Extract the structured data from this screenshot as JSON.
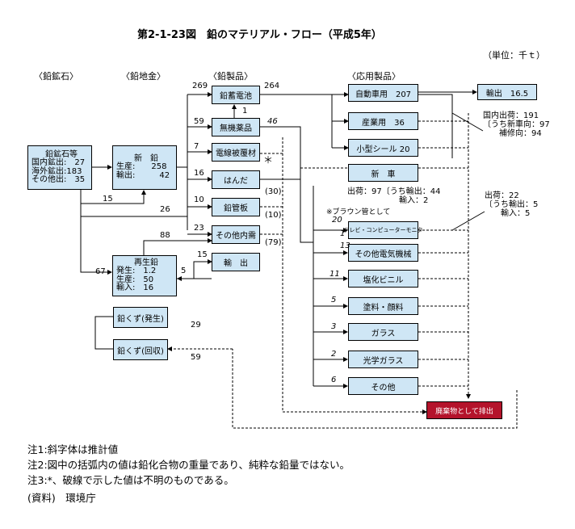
{
  "title": "第2-1-23図　鉛のマテリアル・フロー（平成5年）",
  "unit": "（単位：千ｔ）",
  "headers": {
    "ore": "〈鉛鉱石〉",
    "bullion": "〈鉛地金〉",
    "products": "〈鉛製品〉",
    "applications": "〈応用製品〉"
  },
  "ore_box": {
    "title": "鉛鉱石等",
    "l1": "国内鉱出:　27",
    "l2": "海外鉱出:183",
    "l3": "その他出:　35"
  },
  "new_lead": {
    "title": "新　鉛",
    "l1": "生産:　　258",
    "l2": "輸出:　　　42"
  },
  "recycled_lead": {
    "title": "再生鉛",
    "l1": "発生:　1.2",
    "l2": "生産:　50",
    "l3": "輸入:　16"
  },
  "scrap_generated": "鉛くず(発生)",
  "scrap_collected": "鉛くず(回収)",
  "products": {
    "battery": "鉛蓄電池",
    "chemicals": "無機薬品",
    "cable": "電線被覆材",
    "solder": "はんだ",
    "pipe": "鉛管板",
    "other_demand": "その他内需",
    "export": "輸　出"
  },
  "applications": {
    "auto": "自動車用　207",
    "industrial": "産業用　36",
    "small_seal": "小型シール 20",
    "new_car": "新　車",
    "tv_pc": "テレビ・コンピューターモニタ",
    "other_elec": "その他電気機械",
    "pvc": "塩化ビニル",
    "paint": "塗料・顔料",
    "glass": "ガラス",
    "optical_glass": "光学ガラス",
    "other": "その他"
  },
  "battery_export": "輸出　16.5",
  "waste": "廃棄物として排出",
  "flows": {
    "n15": "15",
    "n26": "26",
    "n67": "67",
    "n269": "269",
    "n264": "264",
    "n1": "1",
    "n59": "59",
    "n46": "46",
    "n7": "7",
    "star": "＊",
    "n16": "16",
    "p30": "(30)",
    "n10": "10",
    "p10": "(10)",
    "n88": "88",
    "n23": "23",
    "p79": "(79)",
    "n5": "5",
    "n15b": "15",
    "n29": "29",
    "n59b": "59",
    "n20": "20",
    "n1b": "1",
    "n13": "13",
    "n11": "11",
    "n5b": "5",
    "n3": "3",
    "n2": "2",
    "n6": "6"
  },
  "domestic_shipment": {
    "l1": "国内出荷：191",
    "l2": "〔うち新車向：97",
    "l3": "　　補修向：94"
  },
  "newcar_shipment": {
    "l1": "出荷：97〔うち輸出：44",
    "l2": "　　輸入：2"
  },
  "brown_note": "※ブラウン管として",
  "tv_shipment": {
    "l1": "出荷：22",
    "l2": "〔うち輸出：5",
    "l3": "　　輸入：5"
  },
  "notes": {
    "n1": "注1:斜字体は推計値",
    "n2": "注2:図中の括弧内の値は鉛化合物の重量であり、純粋な鉛量ではない。",
    "n3": "注3:*、破線で示した値は不明のものである。",
    "source": "(資料)　環境庁"
  }
}
